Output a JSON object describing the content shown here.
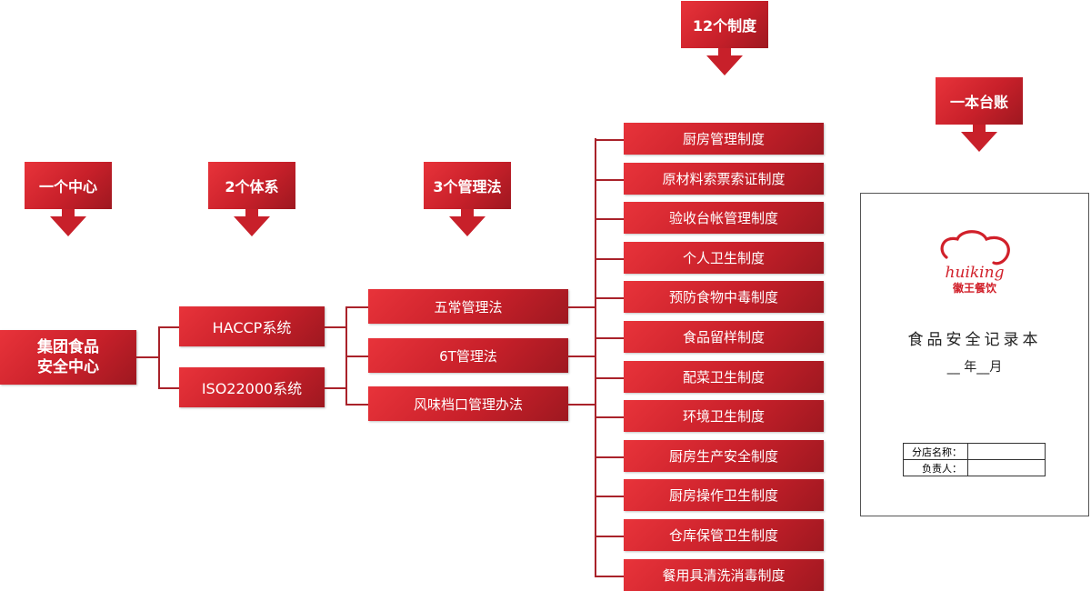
{
  "headers": {
    "one_center": "一个中心",
    "two_systems": "2个体系",
    "three_methods": "3个管理法",
    "twelve_rules": "12个制度",
    "one_ledger": "一本台账"
  },
  "center": {
    "line1": "集团食品",
    "line2": "安全中心"
  },
  "systems": [
    "HACCP系统",
    "ISO22000系统"
  ],
  "methods": [
    "五常管理法",
    "6T管理法",
    "风味档口管理办法"
  ],
  "rules": [
    "厨房管理制度",
    "原材料索票索证制度",
    "验收台帐管理制度",
    "个人卫生制度",
    "预防食物中毒制度",
    "食品留样制度",
    "配菜卫生制度",
    "环境卫生制度",
    "厨房生产安全制度",
    "厨房操作卫生制度",
    "仓库保管卫生制度",
    "餐用具清洗消毒制度"
  ],
  "ledger": {
    "logo_text": "huiking",
    "logo_brand": "徽王餐饮",
    "title": "食品安全记录本",
    "subtitle": "__ 年__月",
    "fields": [
      {
        "label": "分店名称：",
        "value": ""
      },
      {
        "label": "负责人：",
        "value": ""
      }
    ]
  },
  "colors": {
    "accent": "#c8202a",
    "line": "#a9222a"
  }
}
